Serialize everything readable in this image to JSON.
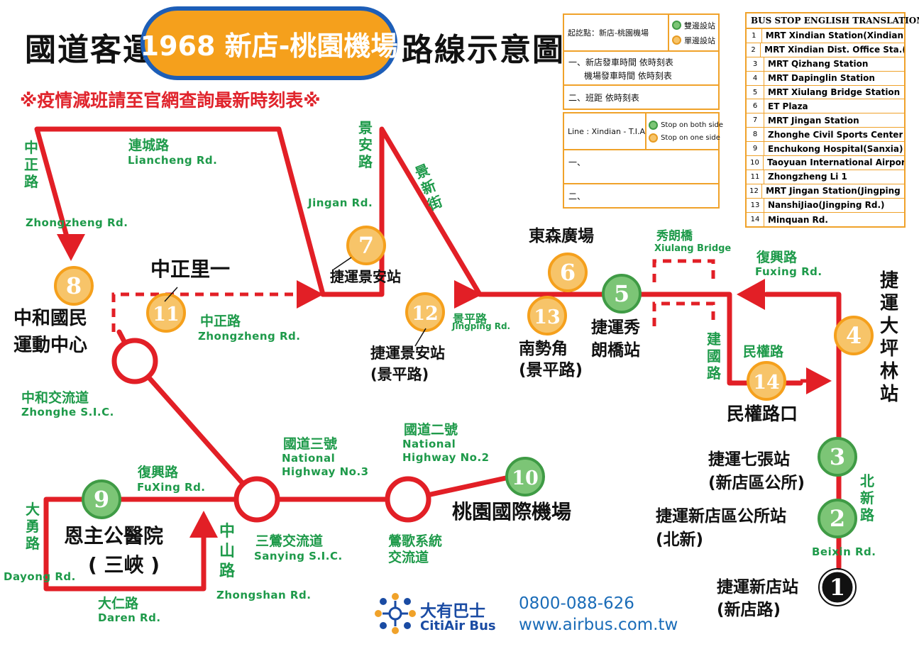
{
  "header": {
    "title_left": "國道客運",
    "route_pill": "1968 新店-桃園機場",
    "title_right": "路線示意圖",
    "notice": "※疫情減班請至官網查詢最新時刻表※"
  },
  "info_zh": {
    "route": "起訖點：新店-桃園機場",
    "legend_both": "雙邊設站",
    "legend_one": "單邊設站",
    "departures_1": "一、新店發車時間 依時刻表",
    "departures_2": "機場發車時間 依時刻表",
    "interval": "二、班距 依時刻表"
  },
  "info_en": {
    "line": "Line : Xindian - T.I.A",
    "legend_both": "Stop on both side",
    "legend_one": "Stop on one side",
    "item_1": "一、",
    "item_2": "二、"
  },
  "translation_table": {
    "title": "BUS STOP ENGLISH TRANSLATION",
    "rows": [
      {
        "no": "1",
        "name": "MRT Xindian Station(Xindian Rd.)"
      },
      {
        "no": "2",
        "name": "MRT Xindian Dist. Office Sta.(Beixin)"
      },
      {
        "no": "3",
        "name": "MRT Qizhang Station"
      },
      {
        "no": "4",
        "name": "MRT Dapinglin Station"
      },
      {
        "no": "5",
        "name": "MRT Xiulang Bridge Station"
      },
      {
        "no": "6",
        "name": "ET Plaza"
      },
      {
        "no": "7",
        "name": "MRT Jingan Station"
      },
      {
        "no": "8",
        "name": "Zhonghe Civil Sports Center"
      },
      {
        "no": "9",
        "name": "Enchukong Hospital(Sanxia)"
      },
      {
        "no": "10",
        "name": "Taoyuan International Airport"
      },
      {
        "no": "11",
        "name": "Zhongzheng Li 1"
      },
      {
        "no": "12",
        "name": "MRT Jingan Station(Jingping Rd.)"
      },
      {
        "no": "13",
        "name": "NanshiJiao(Jingping Rd.)"
      },
      {
        "no": "14",
        "name": "Minquan Rd."
      }
    ]
  },
  "roads": {
    "zhongzheng_v_zh": "中正路",
    "zhongzheng_v_en": "Zhongzheng Rd.",
    "liancheng_zh": "連城路",
    "liancheng_en": "Liancheng Rd.",
    "jingan_zh": "景安路",
    "jingan_en": "Jingan Rd.",
    "jingxin_zh": "景新街",
    "zhongzheng_h_zh": "中正路",
    "zhongzheng_h_en": "Zhongzheng Rd.",
    "jingping_zh": "景平路",
    "jingping_en": "Jingping Rd.",
    "xiulang_zh": "秀朗橋",
    "xiulang_en": "Xiulang Bridge",
    "fuxing_e_zh": "復興路",
    "fuxing_e_en": "Fuxing Rd.",
    "jianguo_zh": "建國路",
    "minquan_zh": "民權路",
    "beixin_zh": "北新路",
    "beixin_en": "Beixin Rd.",
    "zhonghe_sic_zh": "中和交流道",
    "zhonghe_sic_en": "Zhonghe S.I.C.",
    "nh3_zh": "國道三號",
    "nh3_en_1": "National",
    "nh3_en_2": "Highway No.3",
    "nh2_zh": "國道二號",
    "nh2_en_1": "National",
    "nh2_en_2": "Highway No.2",
    "fuxing_w_zh": "復興路",
    "fuxing_w_en": "FuXing Rd.",
    "dayong_zh": "大勇路",
    "dayong_en": "Dayong Rd.",
    "daren_zh": "大仁路",
    "daren_en": "Daren Rd.",
    "zhongshan_zh": "中山路",
    "zhongshan_en": "Zhongshan Rd.",
    "sanying_zh": "三鶯交流道",
    "sanying_en": "Sanying S.I.C.",
    "yingge_zh_1": "鶯歌系統",
    "yingge_zh_2": "交流道"
  },
  "stops": {
    "s1_1": "捷運新店站",
    "s1_2": "(新店路)",
    "s2_1": "捷運新店區公所站",
    "s2_2": "(北新)",
    "s3_1": "捷運七張站",
    "s3_2": "(新店區公所)",
    "s4": "捷運大坪林站",
    "s5_1": "捷運秀",
    "s5_2": "朗橋站",
    "s6": "東森廣場",
    "s7": "捷運景安站",
    "s8_1": "中和國民",
    "s8_2": "運動中心",
    "s9_1": "恩主公醫院",
    "s9_2": "( 三峽 )",
    "s10": "桃園國際機場",
    "s11": "中正里一",
    "s12_1": "捷運景安站",
    "s12_2": "(景平路)",
    "s13_1": "南勢角",
    "s13_2": "(景平路)",
    "s14": "民權路口"
  },
  "markers": [
    {
      "no": "1",
      "type": "terminal"
    },
    {
      "no": "2",
      "type": "both"
    },
    {
      "no": "3",
      "type": "both"
    },
    {
      "no": "4",
      "type": "one"
    },
    {
      "no": "5",
      "type": "both"
    },
    {
      "no": "6",
      "type": "one"
    },
    {
      "no": "7",
      "type": "one"
    },
    {
      "no": "8",
      "type": "one"
    },
    {
      "no": "9",
      "type": "both"
    },
    {
      "no": "10",
      "type": "both"
    },
    {
      "no": "11",
      "type": "one"
    },
    {
      "no": "12",
      "type": "one"
    },
    {
      "no": "13",
      "type": "one"
    },
    {
      "no": "14",
      "type": "one"
    }
  ],
  "brand": {
    "name_zh": "大有巴士",
    "name_en": "CitiAir Bus",
    "phone": "0800-088-626",
    "website": "www.airbus.com.tw"
  },
  "colors": {
    "route": "#e21f26",
    "both_side": "#43a847",
    "one_side": "#f5a01c",
    "road_label": "#1e9a4a",
    "brand": "#1a4ba3"
  }
}
